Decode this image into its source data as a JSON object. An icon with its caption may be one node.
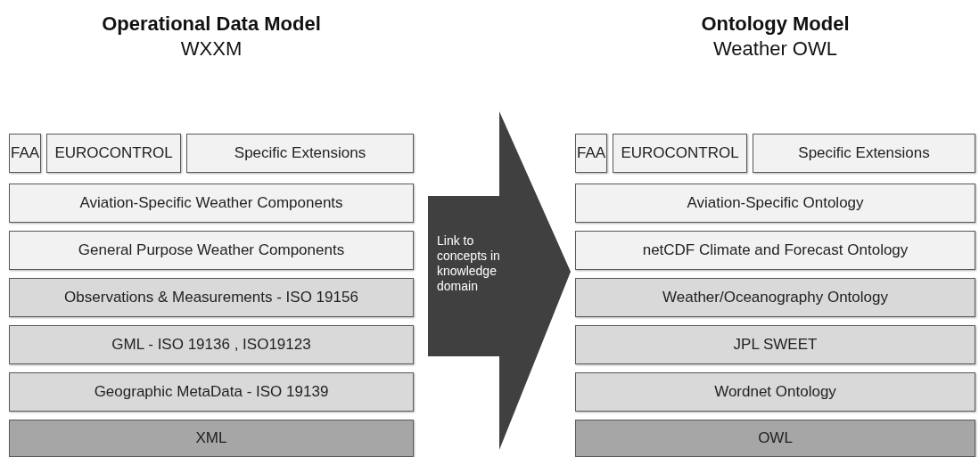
{
  "diagram": {
    "nodes": [
      {
        "text": [
          "FAA"
        ]
      },
      {
        "text": [
          "EUROCONTROL"
        ]
      },
      {
        "text": [
          "Specific Extensions"
        ]
      },
      {
        "text": [
          "Aviation-Specific Weather Components"
        ]
      },
      {
        "text": [
          "General Purpose Weather Components"
        ]
      },
      {
        "text": [
          "Observations & Measurements - ISO 19156"
        ]
      },
      {
        "text": [
          "GML - ISO 19136 , ISO19123"
        ]
      },
      {
        "text": [
          "Geographic MetaData - ISO 19139"
        ]
      },
      {
        "text": [
          "XML"
        ]
      },
      {
        "text": [
          "Link to concepts in knowledge domain"
        ]
      },
      {
        "text": [
          "FAA"
        ]
      },
      {
        "text": [
          "EUROCONTROL"
        ]
      },
      {
        "text": [
          "Specific Extensions"
        ]
      },
      {
        "text": [
          "Aviation-Specific Ontology"
        ]
      },
      {
        "text": [
          "netCDF Climate and Forecast Ontology"
        ]
      },
      {
        "text": [
          "Weather/Oceanography Ontology"
        ]
      },
      {
        "text": [
          "JPL SWEET"
        ]
      },
      {
        "text": [
          "Wordnet Ontology"
        ]
      },
      {
        "text": [
          "OWL"
        ]
      }
    ],
    "labels": [
      "Operational Data Model",
      "WXXM",
      "Ontology Model",
      "Weather OWL"
    ]
  }
}
